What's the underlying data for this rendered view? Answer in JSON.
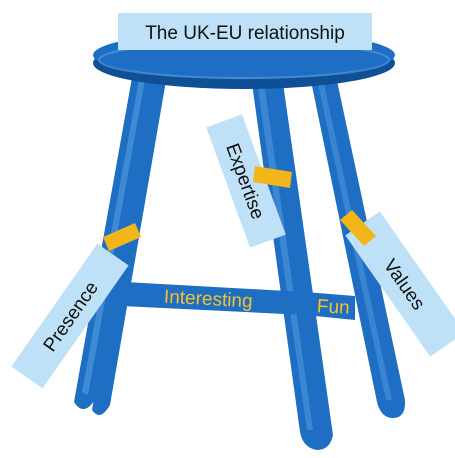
{
  "title": "The UK-EU relationship",
  "labels": {
    "presence": "Presence",
    "expertise": "Expertise",
    "values": "Values",
    "interesting": "Interesting",
    "fun": "Fun"
  },
  "colors": {
    "stool_blue": "#1e6fc3",
    "stool_dark": "#0f4f96",
    "highlight": "#5aa0e3",
    "tag_fill": "#bfe1f7",
    "tape": "#f2b61b",
    "text_dark": "#111111",
    "text_gold": "#f6c12b"
  }
}
